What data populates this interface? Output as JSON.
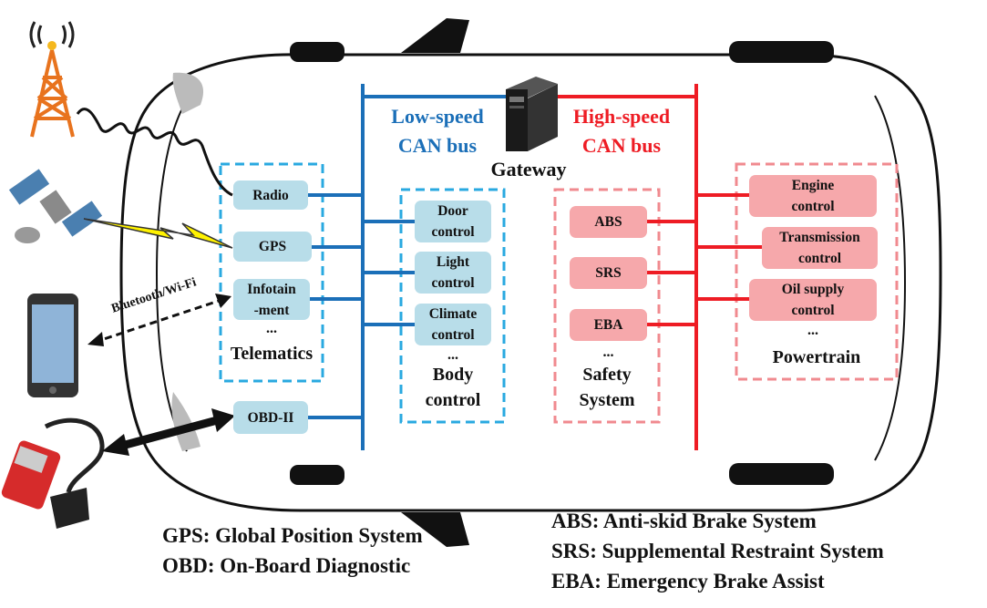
{
  "gateway": {
    "label": "Gateway"
  },
  "low_bus": {
    "label": "Low-speed\nCAN bus",
    "color": "#1b6fb8"
  },
  "high_bus": {
    "label": "High-speed\nCAN bus",
    "color": "#ee1c24"
  },
  "telematics": {
    "title": "Telematics",
    "more": "...",
    "nodes": [
      "Radio",
      "GPS",
      "Infotain\n-ment"
    ]
  },
  "obd": {
    "label": "OBD-II"
  },
  "body": {
    "title": "Body\ncontrol",
    "more": "...",
    "nodes": [
      "Door\ncontrol",
      "Light\ncontrol",
      "Climate\ncontrol"
    ]
  },
  "safety": {
    "title": "Safety\nSystem",
    "more": "...",
    "nodes": [
      "ABS",
      "SRS",
      "EBA"
    ]
  },
  "powertrain": {
    "title": "Powertrain",
    "more": "...",
    "nodes": [
      "Engine\ncontrol",
      "Transmission\ncontrol",
      "Oil supply\ncontrol"
    ]
  },
  "wireless": {
    "label": "Bluetooth/Wi-Fi"
  },
  "legend_left": [
    "GPS: Global Position System",
    "OBD: On-Board Diagnostic"
  ],
  "legend_right": [
    "ABS: Anti-skid Brake System",
    "SRS: Supplemental Restraint System",
    "EBA: Emergency Brake Assist"
  ],
  "colors": {
    "node_blue": "#b8dde9",
    "node_red": "#f6a8ab",
    "dash_blue": "#29a9e0",
    "dash_red": "#f08a8f"
  }
}
